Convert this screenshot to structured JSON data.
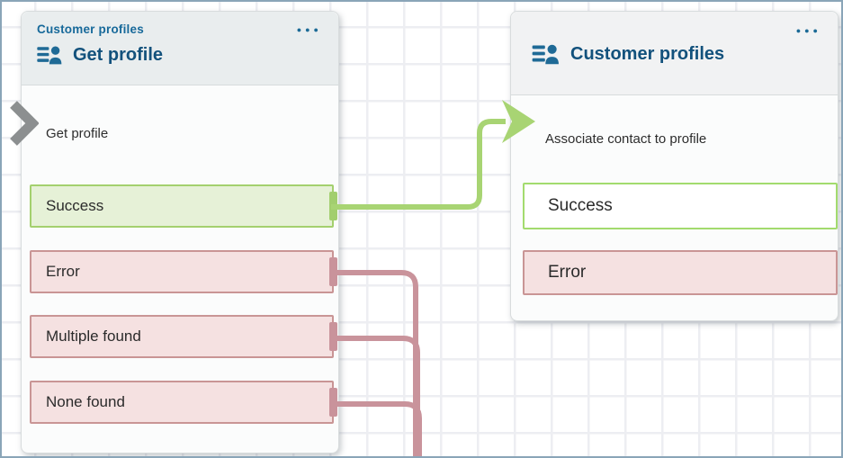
{
  "canvas": {
    "background": "#ffffff",
    "grid_line_color": "#edeef2",
    "frame_border_color": "#8aa5b8"
  },
  "colors": {
    "category_blue": "#17699a",
    "title_blue": "#12517c",
    "menu_dots_blue": "#1b6a96",
    "success_fill": "#e6f1d7",
    "success_border": "#a4d06e",
    "success_connector": "#a8d473",
    "error_fill": "#f5e1e1",
    "error_border": "#c99595",
    "error_connector": "#c9939b",
    "input_arrow_gray": "#8c8f90"
  },
  "icons": {
    "more_options": "●●●",
    "block_icon_name": "customer-profiles-icon"
  },
  "left_block": {
    "category": "Customer profiles",
    "title": "Get profile",
    "action": "Get profile",
    "outputs": [
      {
        "label": "Success",
        "type": "success"
      },
      {
        "label": "Error",
        "type": "error"
      },
      {
        "label": "Multiple found",
        "type": "error"
      },
      {
        "label": "None found",
        "type": "error"
      }
    ]
  },
  "right_block": {
    "title": "Customer profiles",
    "action": "Associate contact to profile",
    "outputs": [
      {
        "label": "Success",
        "type": "success-outline"
      },
      {
        "label": "Error",
        "type": "error"
      }
    ]
  }
}
